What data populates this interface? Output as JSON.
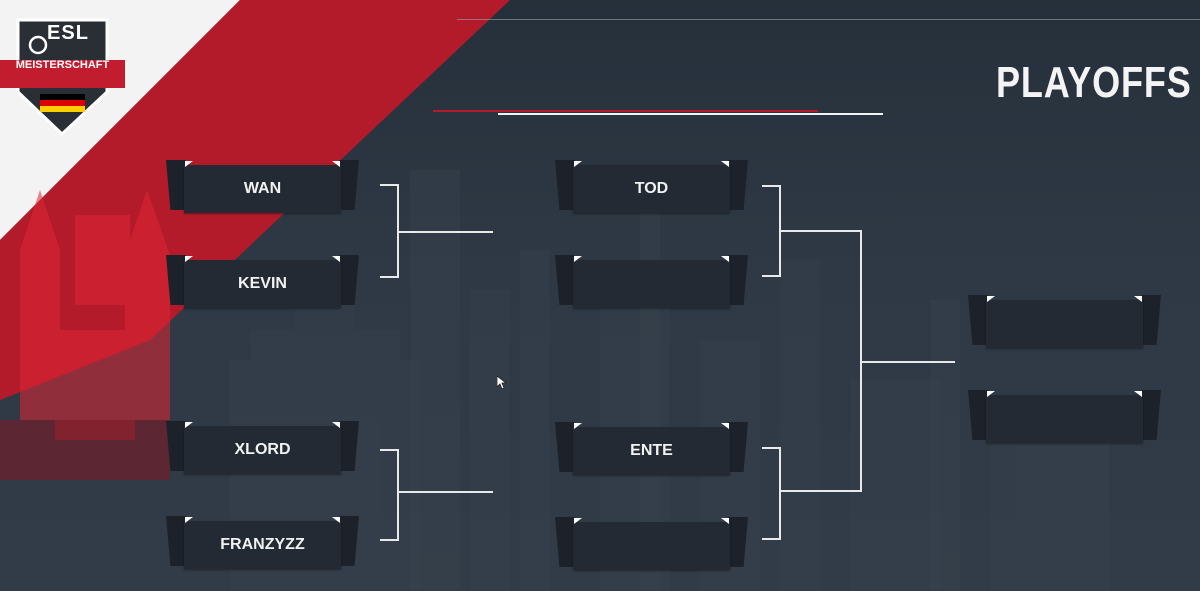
{
  "brand": {
    "line1": "ESL",
    "line2": "MEISTERSCHAFT",
    "logo_icon": "esl-meisterschaft-shield-icon",
    "flag_colors": [
      "#000000",
      "#dd0000",
      "#ffce00"
    ]
  },
  "title": "PLAYOFFS",
  "colors": {
    "accent_red": "#b51c2b",
    "background": "#2b3440",
    "slot_plate": "#232a33",
    "connector": "#e9e9e9"
  },
  "bracket": {
    "quarterfinals": [
      {
        "name": "WAN"
      },
      {
        "name": "KEVIN"
      },
      {
        "name": "XLORD"
      },
      {
        "name": "FRANZYZZ"
      }
    ],
    "semifinals": [
      {
        "name": "TOD"
      },
      {
        "name": ""
      },
      {
        "name": "ENTE"
      },
      {
        "name": ""
      }
    ],
    "final": [
      {
        "name": ""
      },
      {
        "name": ""
      }
    ]
  }
}
